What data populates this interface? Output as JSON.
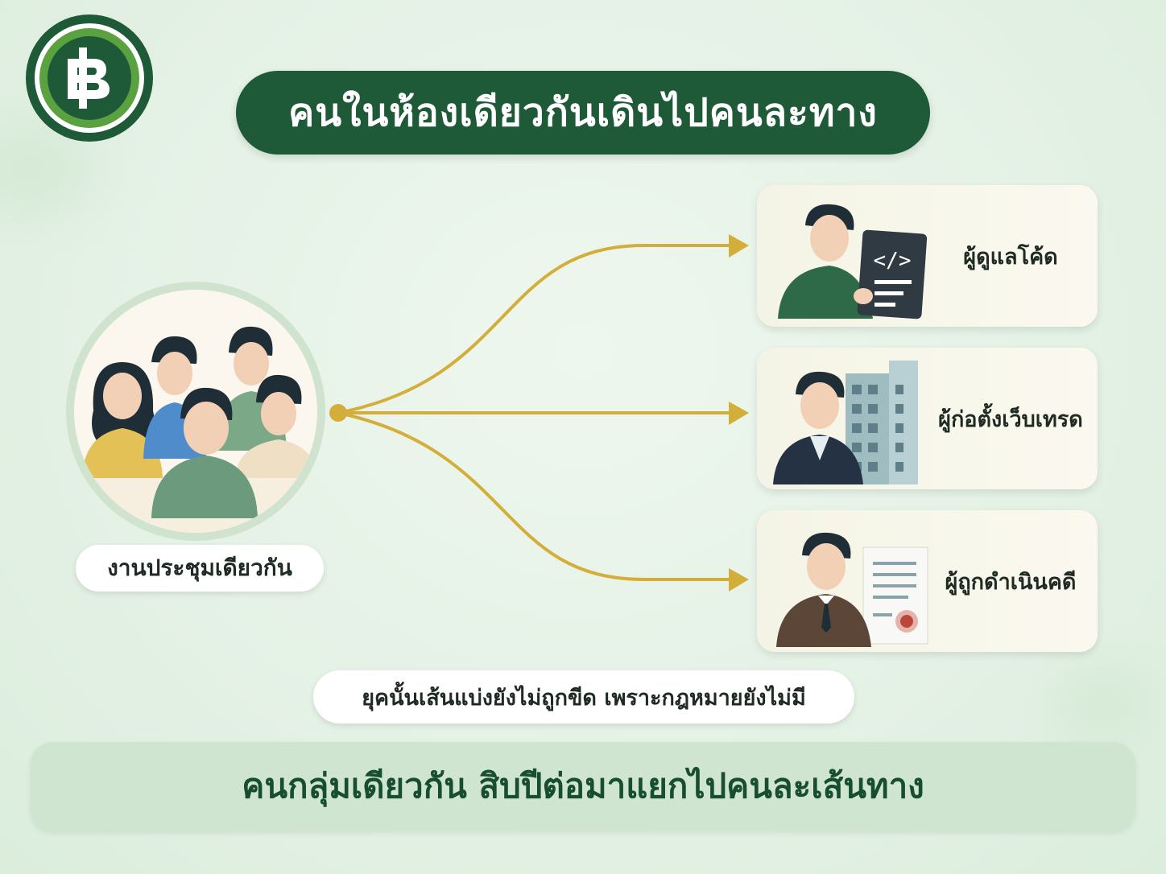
{
  "title": "คนในห้องเดียวกันเดินไปคนละทาง",
  "source": {
    "label": "งานประชุมเดียวกัน"
  },
  "branches": [
    {
      "label": "ผู้ดูแลโค้ด",
      "icon": "code-document-icon"
    },
    {
      "label": "ผู้ก่อตั้งเว็บเทรด",
      "icon": "office-building-icon"
    },
    {
      "label": "ผู้ถูกดำเนินคดี",
      "icon": "legal-document-icon"
    }
  ],
  "caption": "ยุคนั้นเส้นแบ่งยังไม่ถูกขีด เพราะกฎหมายยังไม่มี",
  "footer": "คนกลุ่มเดียวกัน สิบปีต่อมาแยกไปคนละเส้นทาง",
  "logo": {
    "symbol": "฿",
    "icon": "baht-coin-logo"
  },
  "colors": {
    "brand_dark": "#1f5a38",
    "brand_light": "#5aa23f",
    "arrow": "#d4ae3a"
  }
}
